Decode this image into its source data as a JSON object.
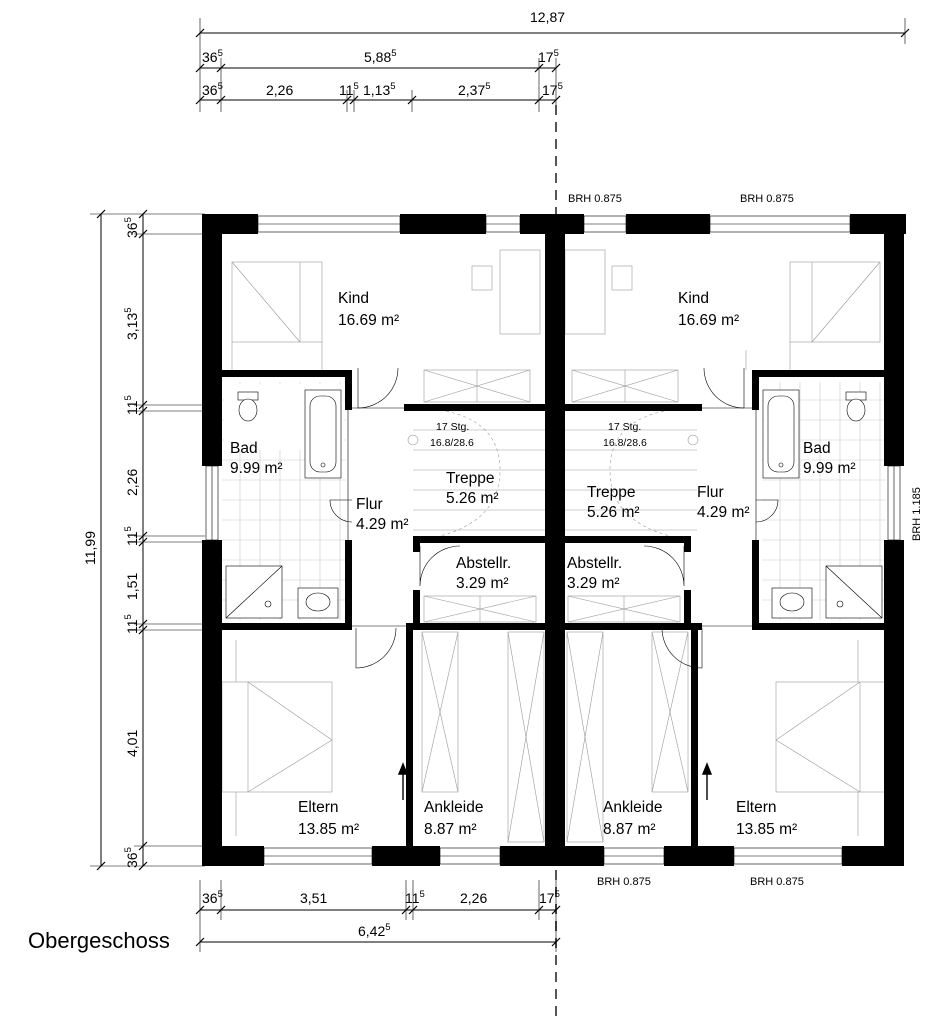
{
  "title": "Obergeschoss",
  "top_dimensions": {
    "overall": "12,87",
    "row2": [
      {
        "main": "36",
        "sup": "5"
      },
      {
        "main": "5,88",
        "sup": "5"
      },
      {
        "main": "17",
        "sup": "5"
      }
    ],
    "row3": [
      {
        "main": "36",
        "sup": "5"
      },
      {
        "main": "2,26",
        "sup": ""
      },
      {
        "main": "11",
        "sup": "5"
      },
      {
        "main": "1,13",
        "sup": "5"
      },
      {
        "main": "2,37",
        "sup": "5"
      },
      {
        "main": "17",
        "sup": "5"
      }
    ]
  },
  "left_dimensions": {
    "overall": "11,99",
    "parts": [
      {
        "main": "36",
        "sup": "5"
      },
      {
        "main": "3,13",
        "sup": "5"
      },
      {
        "main": "11",
        "sup": "5"
      },
      {
        "main": "2,26",
        "sup": ""
      },
      {
        "main": "11",
        "sup": "5"
      },
      {
        "main": "1,51",
        "sup": ""
      },
      {
        "main": "11",
        "sup": "5"
      },
      {
        "main": "4,01",
        "sup": ""
      },
      {
        "main": "36",
        "sup": "5"
      }
    ]
  },
  "bottom_dimensions": {
    "row1": [
      {
        "main": "36",
        "sup": "5"
      },
      {
        "main": "3,51",
        "sup": ""
      },
      {
        "main": "11",
        "sup": "5"
      },
      {
        "main": "2,26",
        "sup": ""
      },
      {
        "main": "17",
        "sup": "5"
      }
    ],
    "row2": {
      "main": "6,42",
      "sup": "5"
    }
  },
  "window_labels": {
    "top_left": "BRH 0.875",
    "top_right": "BRH 0.875",
    "bottom_left": "BRH 0.875",
    "bottom_right": "BRH 0.875",
    "right_side": "BRH 1.185"
  },
  "rooms": {
    "left": {
      "kind": {
        "name": "Kind",
        "area": "16.69 m²"
      },
      "bad": {
        "name": "Bad",
        "area": "9.99 m²"
      },
      "flur": {
        "name": "Flur",
        "area": "4.29 m²"
      },
      "treppe": {
        "name": "Treppe",
        "area": "5.26 m²"
      },
      "stair_info": {
        "steps": "17 Stg.",
        "ratio": "16.8/28.6"
      },
      "abstellr": {
        "name": "Abstellr.",
        "area": "3.29 m²"
      },
      "eltern": {
        "name": "Eltern",
        "area": "13.85 m²"
      },
      "ankleide": {
        "name": "Ankleide",
        "area": "8.87 m²"
      }
    },
    "right": {
      "kind": {
        "name": "Kind",
        "area": "16.69 m²"
      },
      "bad": {
        "name": "Bad",
        "area": "9.99 m²"
      },
      "flur": {
        "name": "Flur",
        "area": "4.29 m²"
      },
      "treppe": {
        "name": "Treppe",
        "area": "5.26 m²"
      },
      "stair_info": {
        "steps": "17 Stg.",
        "ratio": "16.8/28.6"
      },
      "abstellr": {
        "name": "Abstellr.",
        "area": "3.29 m²"
      },
      "eltern": {
        "name": "Eltern",
        "area": "13.85 m²"
      },
      "ankleide": {
        "name": "Ankleide",
        "area": "8.87 m²"
      }
    }
  }
}
